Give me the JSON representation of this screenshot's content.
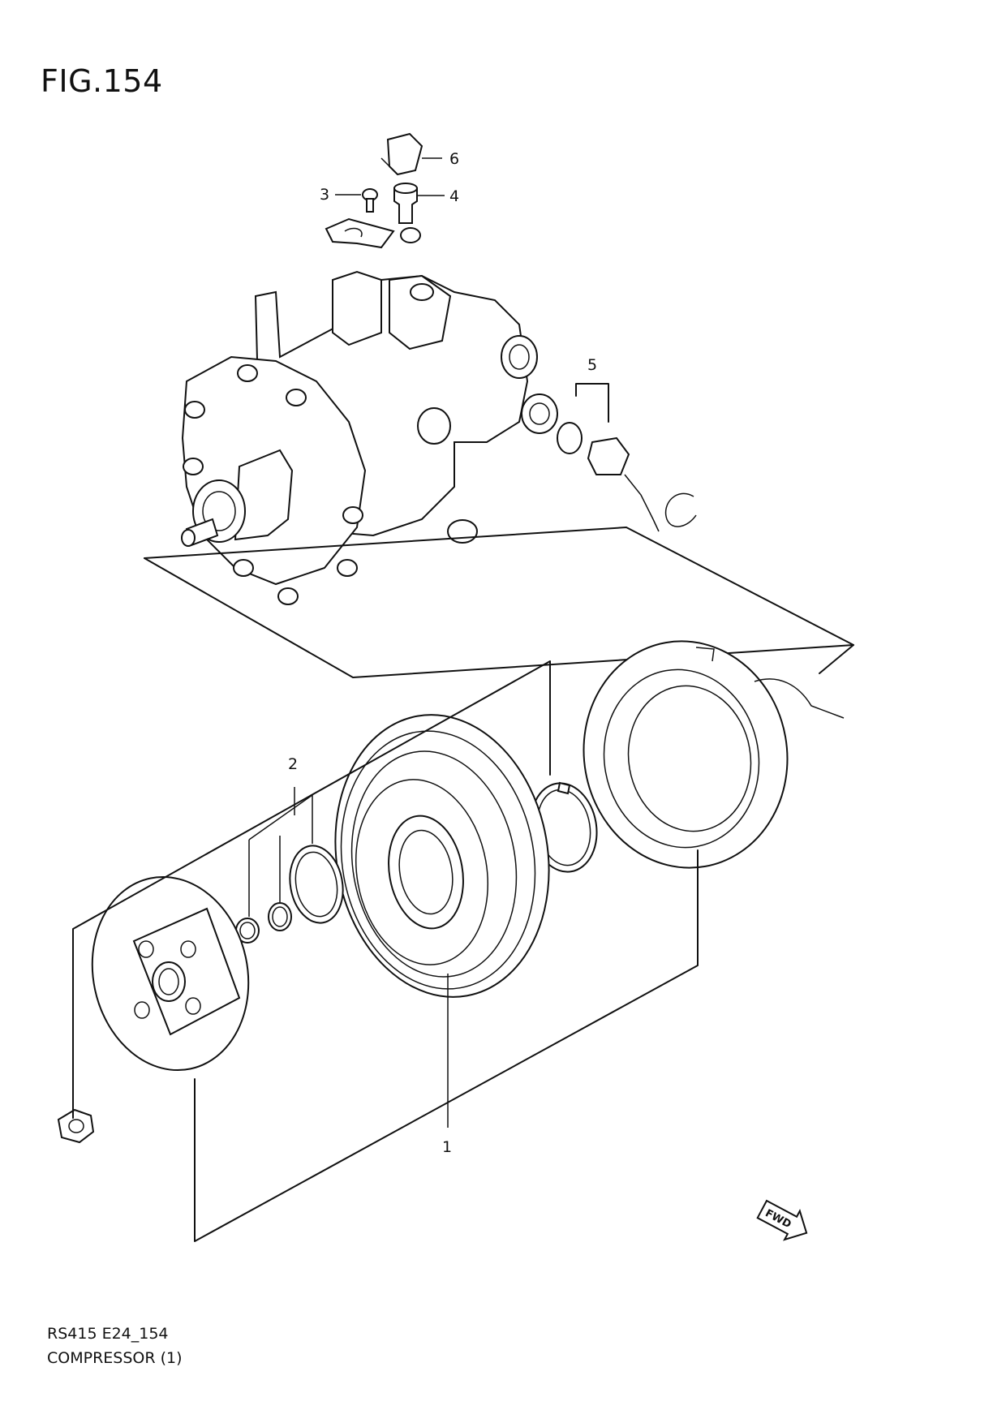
{
  "figure": {
    "title": "FIG.154"
  },
  "callouts": [
    {
      "id": "1",
      "label": "1"
    },
    {
      "id": "2",
      "label": "2"
    },
    {
      "id": "3",
      "label": "3"
    },
    {
      "id": "4",
      "label": "4"
    },
    {
      "id": "5",
      "label": "5"
    },
    {
      "id": "6",
      "label": "6"
    }
  ],
  "direction_marker": {
    "label": "FWD"
  },
  "footer": {
    "code": "RS415 E24_154",
    "name": "COMPRESSOR (1)"
  }
}
